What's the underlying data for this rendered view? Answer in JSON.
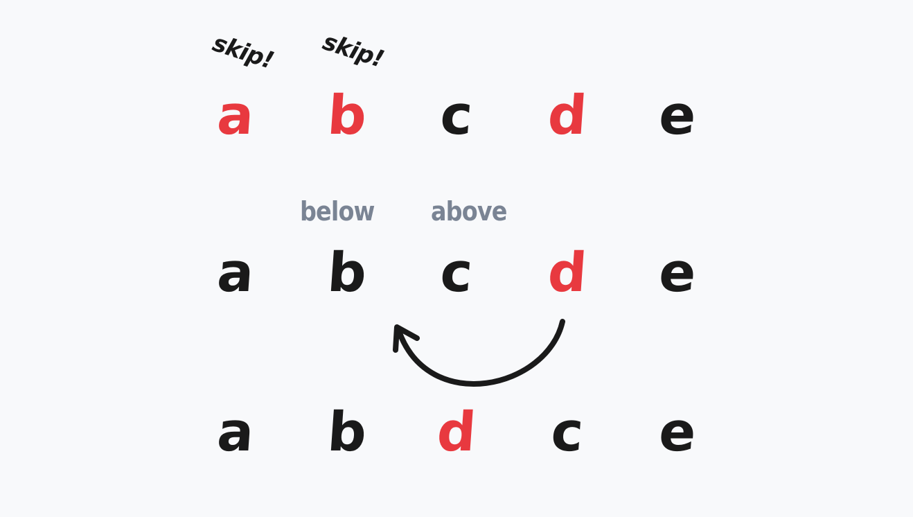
{
  "colors": {
    "background": "#f8f9fb",
    "default": "#1a1a1a",
    "highlight": "#e8393f",
    "annotation": "#7a8494"
  },
  "rows": [
    {
      "letters": [
        {
          "text": "a",
          "highlight": true
        },
        {
          "text": "b",
          "highlight": true
        },
        {
          "text": "c",
          "highlight": false
        },
        {
          "text": "d",
          "highlight": true
        },
        {
          "text": "e",
          "highlight": false
        }
      ]
    },
    {
      "letters": [
        {
          "text": "a",
          "highlight": false
        },
        {
          "text": "b",
          "highlight": false
        },
        {
          "text": "c",
          "highlight": false
        },
        {
          "text": "d",
          "highlight": true
        },
        {
          "text": "e",
          "highlight": false
        }
      ]
    },
    {
      "letters": [
        {
          "text": "a",
          "highlight": false
        },
        {
          "text": "b",
          "highlight": false
        },
        {
          "text": "d",
          "highlight": true
        },
        {
          "text": "c",
          "highlight": false
        },
        {
          "text": "e",
          "highlight": false
        }
      ]
    }
  ],
  "skip_labels": [
    "skip!",
    "skip!"
  ],
  "annotations": {
    "below": "below",
    "above": "above"
  }
}
